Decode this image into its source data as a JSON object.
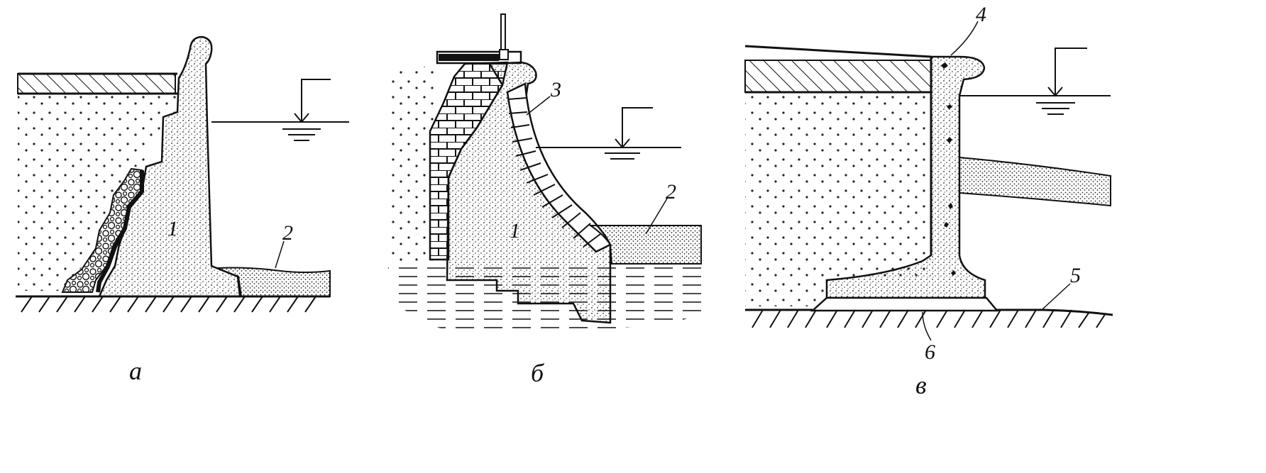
{
  "panels": [
    {
      "id": "a",
      "caption": "а",
      "labels": {
        "wall": "1",
        "fill": "2"
      }
    },
    {
      "id": "b",
      "caption": "б",
      "labels": {
        "wall": "1",
        "fill": "2",
        "facing": "3"
      }
    },
    {
      "id": "v",
      "caption": "в",
      "labels": {
        "coping": "4",
        "ground": "5",
        "base": "6"
      }
    }
  ],
  "colors": {
    "ink": "#111111",
    "stipple": "#222222",
    "background": "#ffffff"
  }
}
